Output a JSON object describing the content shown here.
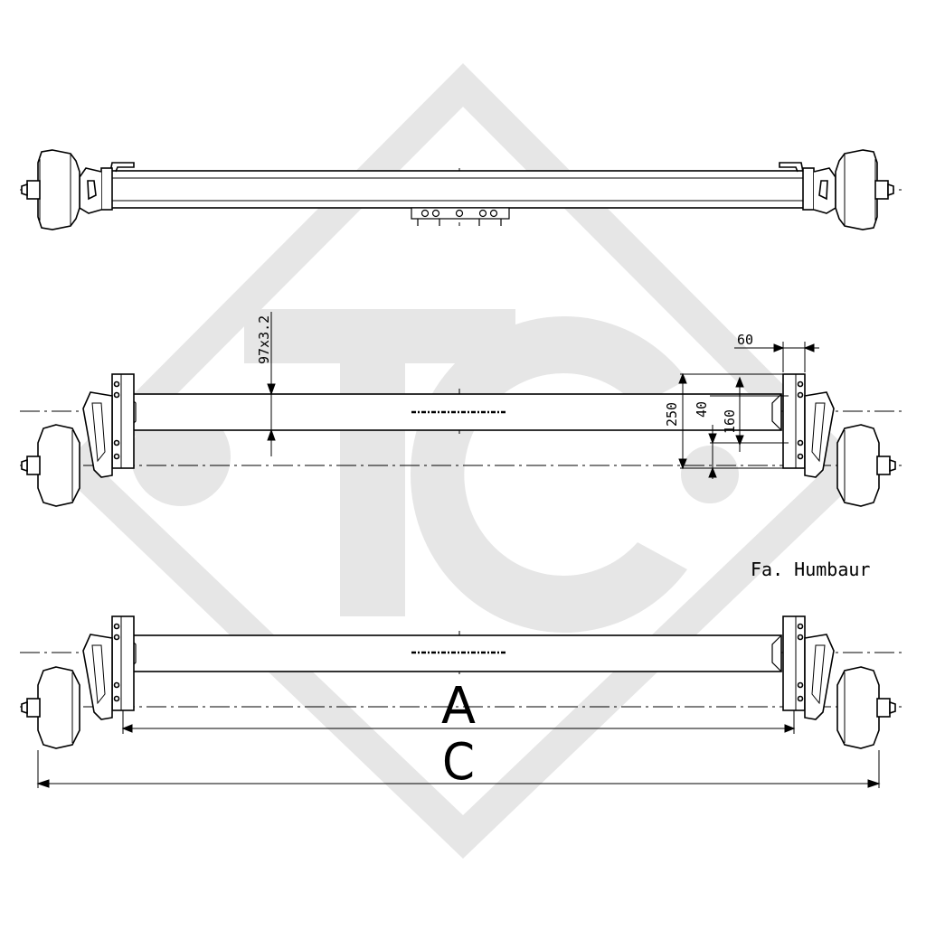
{
  "watermark": {
    "text": "TC",
    "color": "#e6e6e6"
  },
  "colors": {
    "line": "#000000",
    "background": "#ffffff"
  },
  "dimensions": {
    "tube_profile": "97x3.2",
    "bracket_width": "60",
    "bracket_height": "250",
    "hole_offset": "40",
    "hole_spacing": "160",
    "track_label": "A",
    "overall_label": "C"
  },
  "manufacturer_note": "Fa. Humbaur"
}
